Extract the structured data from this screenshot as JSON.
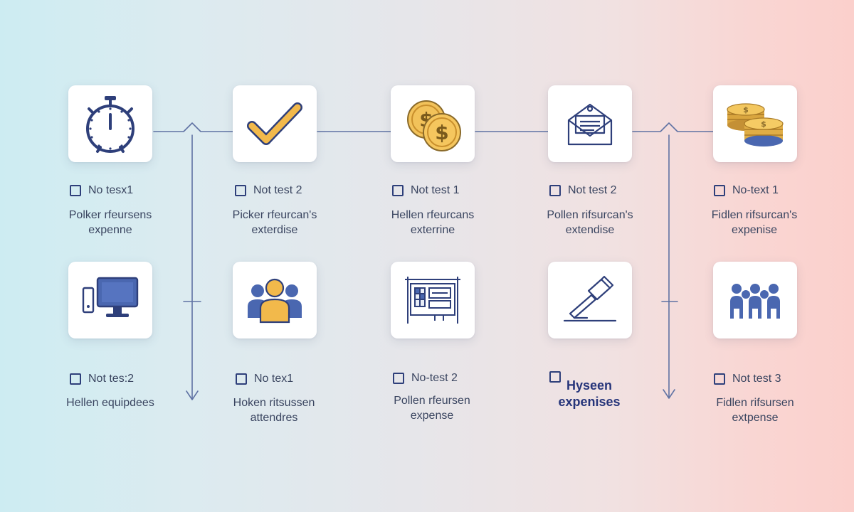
{
  "colors": {
    "accent_blue": "#4a67b0",
    "navy": "#2e3f7a",
    "gold": "#f0b84a",
    "connector": "#5f72a3"
  },
  "top_row": [
    {
      "icon": "stopwatch-icon",
      "check_label": "No tesx1",
      "desc_line1": "Polker rfeursens",
      "desc_line2": "expenne"
    },
    {
      "icon": "checkmark-icon",
      "check_label": "Not test 2",
      "desc_line1": "Picker rfeurcan's",
      "desc_line2": "exterdise"
    },
    {
      "icon": "dollar-coins-icon",
      "check_label": "Not test 1",
      "desc_line1": "Hellen rfeurcans",
      "desc_line2": "exterrine"
    },
    {
      "icon": "envelope-icon",
      "check_label": "Not test 2",
      "desc_line1": "Pollen rifsurcan's",
      "desc_line2": "extendise"
    },
    {
      "icon": "coin-stacks-icon",
      "check_label": "No-text 1",
      "desc_line1": "Fidlen rifsurcan's",
      "desc_line2": "expenise"
    }
  ],
  "bottom_row": [
    {
      "icon": "computer-icon",
      "check_label": "Not tes:2",
      "desc_line1": "Hellen equipdees",
      "desc_line2": ""
    },
    {
      "icon": "people-group-icon",
      "check_label": "No tex1",
      "desc_line1": "Hoken ritsussen",
      "desc_line2": "attendres"
    },
    {
      "icon": "blueprint-board-icon",
      "check_label": "No-test 2",
      "desc_line1": "Pollen rfeursen",
      "desc_line2": "expense"
    },
    {
      "icon": "gavel-icon",
      "emph_line1": "Hyseen",
      "emph_line2": "expenises"
    },
    {
      "icon": "team-icon",
      "check_label": "Not test 3",
      "desc_line1": "Fidlen rifsursen",
      "desc_line2": "extpense"
    }
  ]
}
